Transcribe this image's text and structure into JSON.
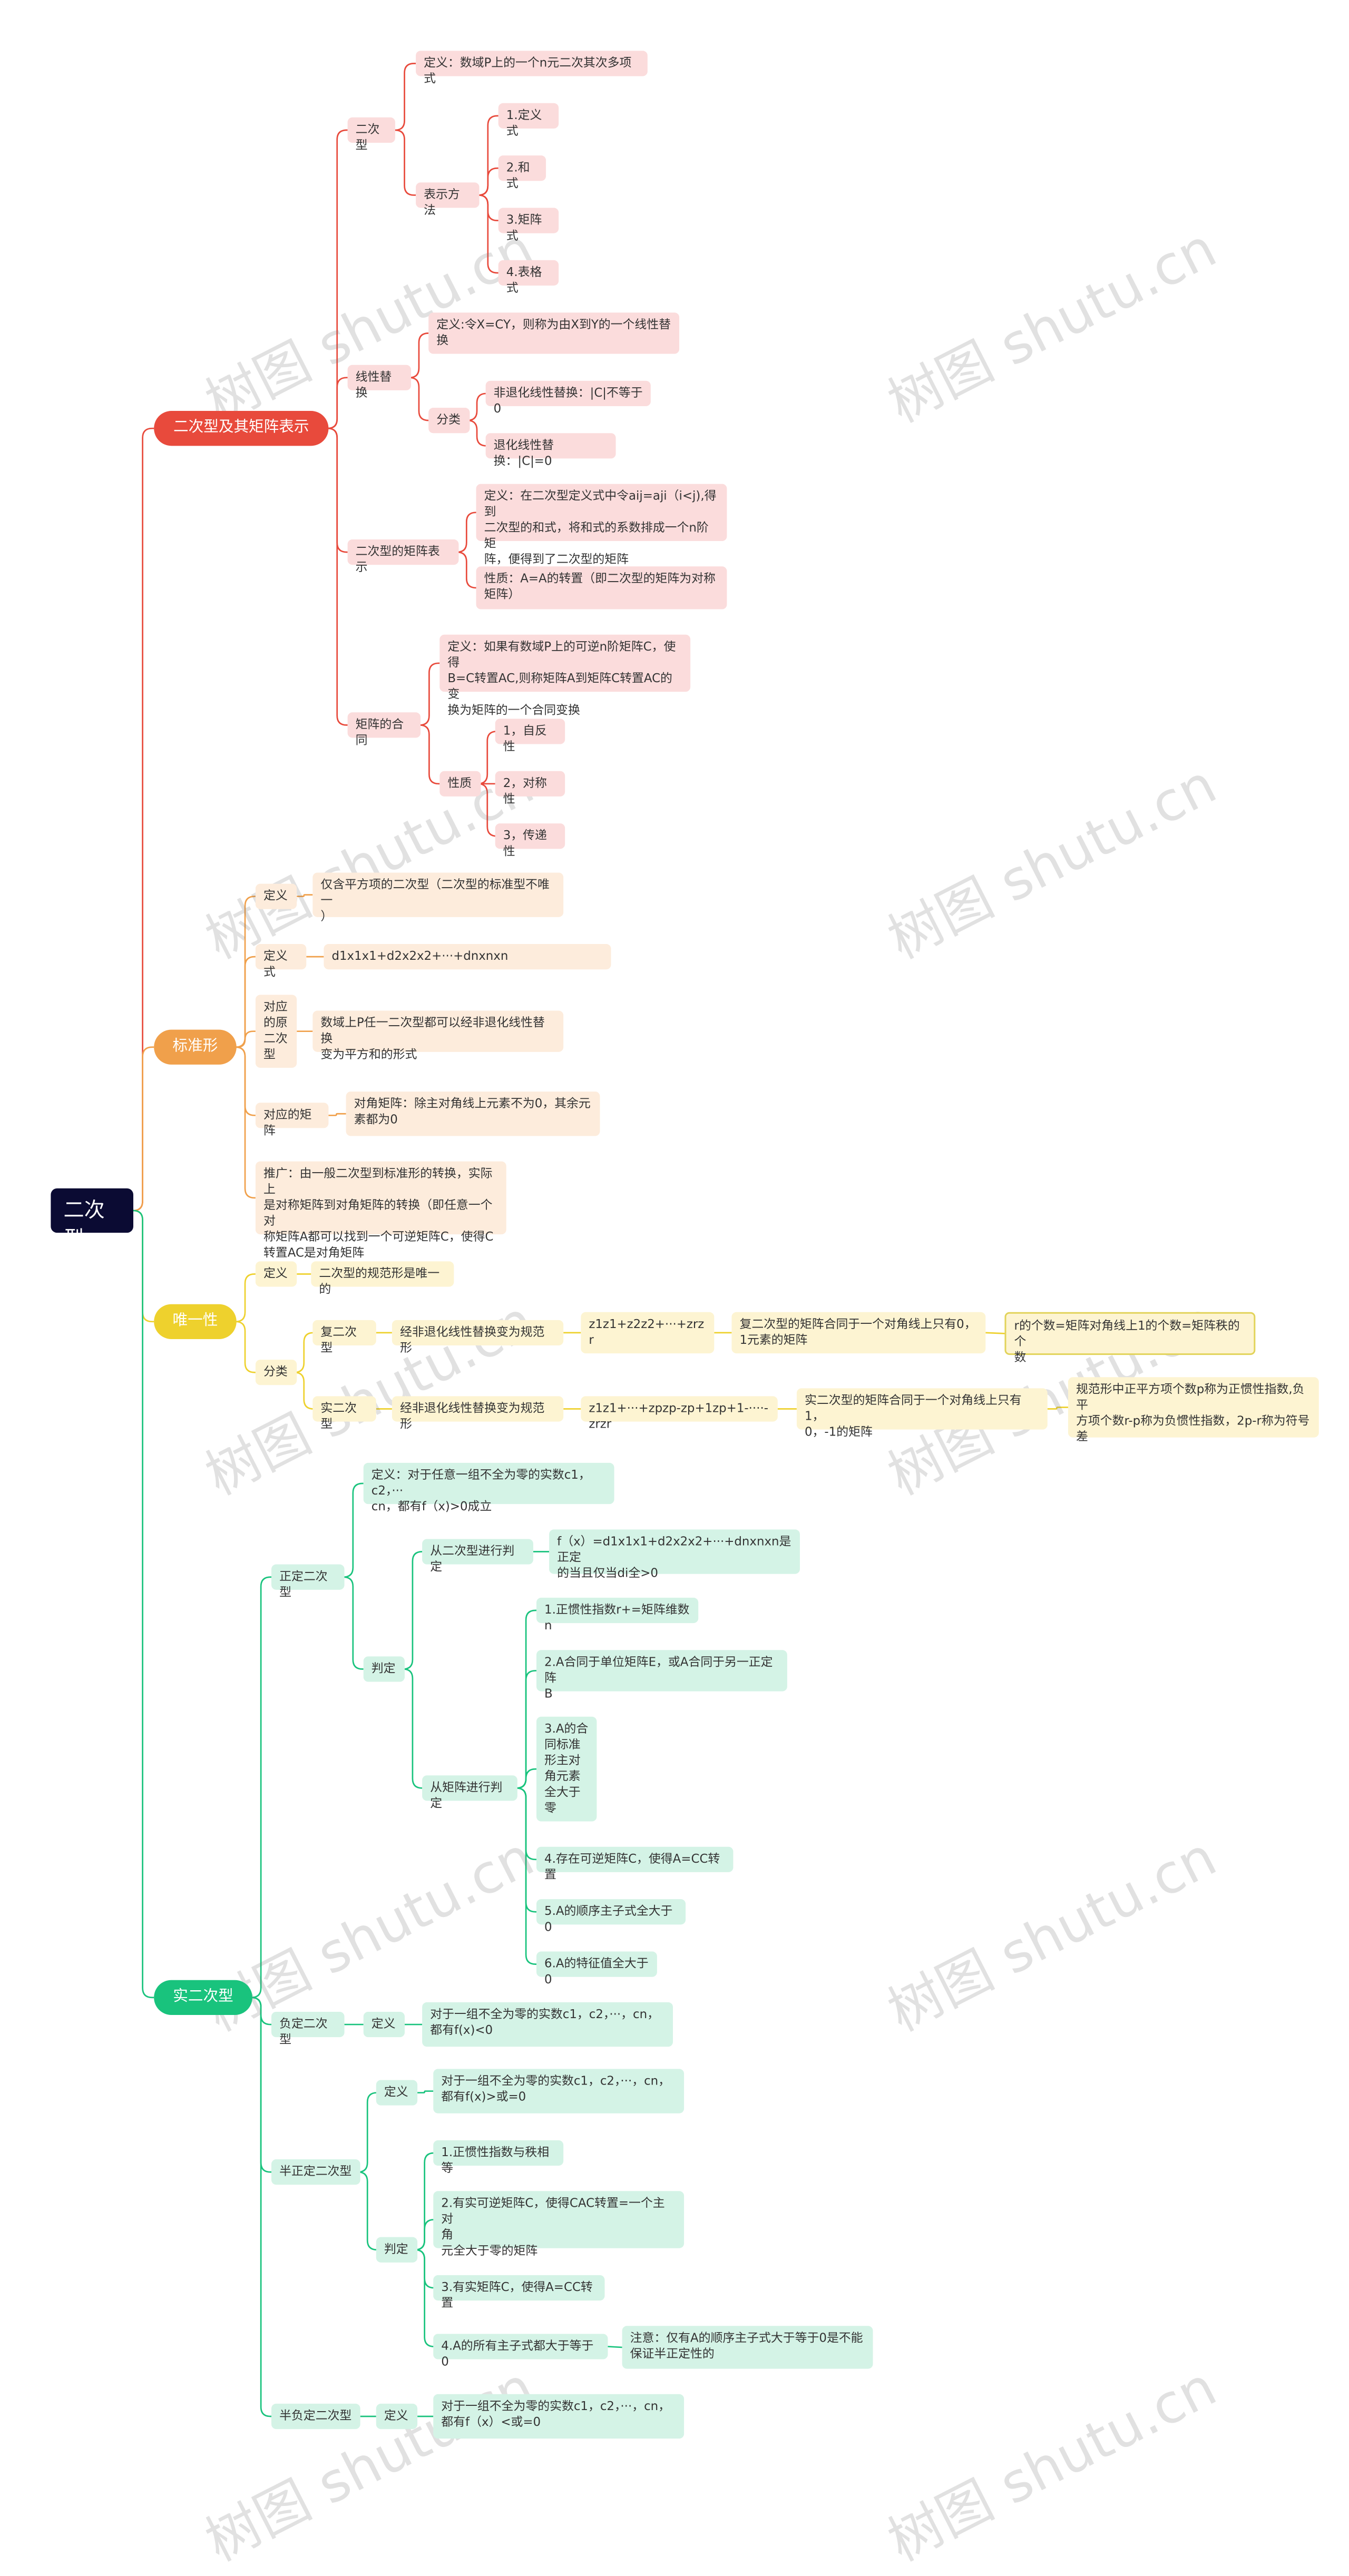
{
  "root": "二次型",
  "watermark": "树图 shutu.cn",
  "colors": {
    "b1": "#e84a3c",
    "b2": "#f0a04b",
    "b3": "#eed12d",
    "b4": "#19c37d"
  },
  "b1": {
    "label": "二次型及其矩阵表示",
    "t1": {
      "label": "二次型",
      "def": "定义：数域P上的一个n元二次其次多项式",
      "rep": "表示方法",
      "r1": "1.定义式",
      "r2": "2.和式",
      "r3": "3.矩阵式",
      "r4": "4.表格式"
    },
    "t2": {
      "label": "线性替换",
      "def": "定义:令X=CY，则称为由X到Y的一个线性替\n换",
      "cls": "分类",
      "c1": "非退化线性替换：|C|不等于0",
      "c2": "退化线性替换：|C|=0"
    },
    "t3": {
      "label": "二次型的矩阵表示",
      "def": "定义：在二次型定义式中令aij=aji（i<j),得到\n二次型的和式，将和式的系数排成一个n阶矩\n阵，便得到了二次型的矩阵",
      "prop": "性质：A=A的转置（即二次型的矩阵为对称\n矩阵）"
    },
    "t4": {
      "label": "矩阵的合同",
      "def": "定义：如果有数域P上的可逆n阶矩阵C，使得\nB=C转置AC,则称矩阵A到矩阵C转置AC的变\n换为矩阵的一个合同变换",
      "prop": "性质",
      "p1": "1，自反性",
      "p2": "2，对称性",
      "p3": "3，传递性"
    }
  },
  "b2": {
    "label": "标准形",
    "a": "定义",
    "a1": "仅含平方项的二次型（二次型的标准型不唯一\n）",
    "b": "定义式",
    "b1": "d1x1x1+d2x2x2+···+dnxnxn",
    "c": "对应\n的原\n二次\n型",
    "c1": "数域上P任一二次型都可以经非退化线性替换\n变为平方和的形式",
    "d": "对应的矩阵",
    "d1": "对角矩阵：除主对角线上元素不为0，其余元\n素都为0",
    "e": "推广：由一般二次型到标准形的转换，实际上\n是对称矩阵到对角矩阵的转换（即任意一个对\n称矩阵A都可以找到一个可逆矩阵C，使得C\n转置AC是对角矩阵"
  },
  "b3": {
    "label": "唯一性",
    "def": "定义",
    "def1": "二次型的规范形是唯一的",
    "cls": "分类",
    "c1": "复二次型",
    "c1a": "经非退化线性替换变为规范形",
    "c1b": "z1z1+z2z2+···+zrz\nr",
    "c1c": "复二次型的矩阵合同于一个对角线上只有0，\n1元素的矩阵",
    "c1d": "r的个数=矩阵对角线上1的个数=矩阵秩的个\n数",
    "c2": "实二次型",
    "c2a": "经非退化线性替换变为规范形",
    "c2b": "z1z1+···+zpzp-zp+1zp+1-····-zrzr",
    "c2c": "实二次型的矩阵合同于一个对角线上只有1，\n0，-1的矩阵",
    "c2d": "规范形中正平方项个数p称为正惯性指数,负平\n方项个数r-p称为负惯性指数，2p-r称为符号\n差"
  },
  "b4": {
    "label": "实二次型",
    "pd": {
      "label": "正定二次型",
      "def": "定义：对于任意一组不全为零的实数c1，c2，···\ncn，都有f（x)>0成立",
      "judge": "判定",
      "j1": "从二次型进行判定",
      "j1a": "f（x）=d1x1x1+d2x2x2+···+dnxnxn是正定\n的当且仅当di全>0",
      "j2": "从矩阵进行判定",
      "m1": "1.正惯性指数r+=矩阵维数n",
      "m2": "2.A合同于单位矩阵E，或A合同于另一正定阵\nB",
      "m3": "3.A的合\n同标准\n形主对\n角元素\n全大于\n零",
      "m4": "4.存在可逆矩阵C，使得A=CC转置",
      "m5": "5.A的顺序主子式全大于0",
      "m6": "6.A的特征值全大于0"
    },
    "nd": {
      "label": "负定二次型",
      "def": "定义",
      "def1": "对于一组不全为零的实数c1，c2，···，cn，\n都有f(x)<0"
    },
    "psd": {
      "label": "半正定二次型",
      "def": "定义",
      "def1": "对于一组不全为零的实数c1，c2，···，cn，\n都有f(x)>或=0",
      "judge": "判定",
      "j1": "1.正惯性指数与秩相等",
      "j2": "2.有实可逆矩阵C，使得CAC转置=一个主对\n角\n元全大于零的矩阵",
      "j3": "3.有实矩阵C，使得A=CC转置",
      "j4": "4.A的所有主子式都大于等于0",
      "j4a": "注意：仅有A的顺序主子式大于等于0是不能\n保证半正定性的"
    },
    "nsd": {
      "label": "半负定二次型",
      "def": "定义",
      "def1": "对于一组不全为零的实数c1，c2，···，cn，\n都有f（x）<或=0"
    }
  }
}
